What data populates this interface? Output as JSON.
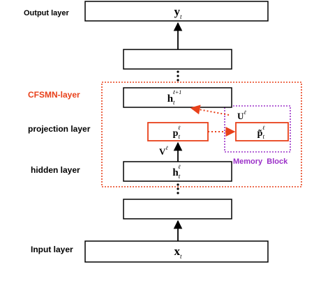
{
  "labels": {
    "output_layer": "Output layer",
    "cfsmn_layer": "CFSMN-layer",
    "projection_layer": "projection layer",
    "hidden_layer": "hidden layer",
    "input_layer": "Input layer",
    "memory_block": "Memory  Block"
  },
  "nodes": {
    "output": {
      "main": "y",
      "sub": "t",
      "sup": ""
    },
    "h_next": {
      "main": "h",
      "sub": "t",
      "sup": "ℓ+1"
    },
    "p": {
      "main": "p",
      "sub": "t",
      "sup": "ℓ"
    },
    "p_tilde": {
      "main": "p̃",
      "sub": "t",
      "sup": "ℓ"
    },
    "h": {
      "main": "h",
      "sub": "t",
      "sup": "ℓ"
    },
    "input": {
      "main": "x",
      "sub": "t",
      "sup": ""
    }
  },
  "edges": {
    "v_weight": {
      "main": "V",
      "sup": "ℓ"
    },
    "u_weight": {
      "main": "U",
      "sup": "ℓ"
    }
  },
  "colors": {
    "cfsmn_border": "#e8401a",
    "memory_border": "#9b30c8",
    "red_arrow": "#e8401a",
    "black": "#000000"
  }
}
